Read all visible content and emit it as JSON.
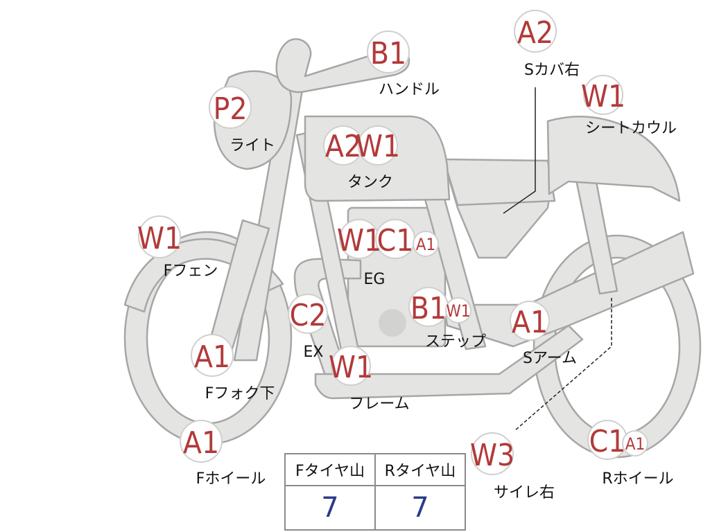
{
  "parts": [
    {
      "id": "handle",
      "codes": [
        "B1"
      ],
      "label": "ハンドル"
    },
    {
      "id": "light",
      "codes": [
        "P2"
      ],
      "label": "ライト"
    },
    {
      "id": "tank",
      "codes": [
        "A2",
        "W1"
      ],
      "label": "タンク"
    },
    {
      "id": "front-fender",
      "codes": [
        "W1"
      ],
      "label": "Fフェン"
    },
    {
      "id": "engine",
      "codes": [
        "W1",
        "C1",
        "A1"
      ],
      "label": "EG"
    },
    {
      "id": "exhaust",
      "codes": [
        "C2"
      ],
      "label": "EX"
    },
    {
      "id": "front-fork-lower",
      "codes": [
        "A1"
      ],
      "label": "Fフォク下"
    },
    {
      "id": "front-wheel",
      "codes": [
        "A1"
      ],
      "label": "Fホイール"
    },
    {
      "id": "step",
      "codes": [
        "B1",
        "W1"
      ],
      "label": "ステップ"
    },
    {
      "id": "frame",
      "codes": [
        "W1"
      ],
      "label": "フレーム"
    },
    {
      "id": "side-cover-right",
      "codes": [
        "A2"
      ],
      "label": "Sカバ右"
    },
    {
      "id": "seat-cowl",
      "codes": [
        "W1"
      ],
      "label": "シートカウル"
    },
    {
      "id": "swing-arm",
      "codes": [
        "A1"
      ],
      "label": "Sアーム"
    },
    {
      "id": "muffler-right",
      "codes": [
        "W3"
      ],
      "label": "サイレ右"
    },
    {
      "id": "rear-wheel",
      "codes": [
        "C1",
        "A1"
      ],
      "label": "Rホイール"
    }
  ],
  "tire_table": {
    "front_header": "Fタイヤ山",
    "rear_header": "Rタイヤ山",
    "front_value": "7",
    "rear_value": "7"
  },
  "colors": {
    "body": "#e4e4e2",
    "outline": "#a6a6a6",
    "code_text": "#b23a3a",
    "table_value": "#2b3b8a"
  }
}
